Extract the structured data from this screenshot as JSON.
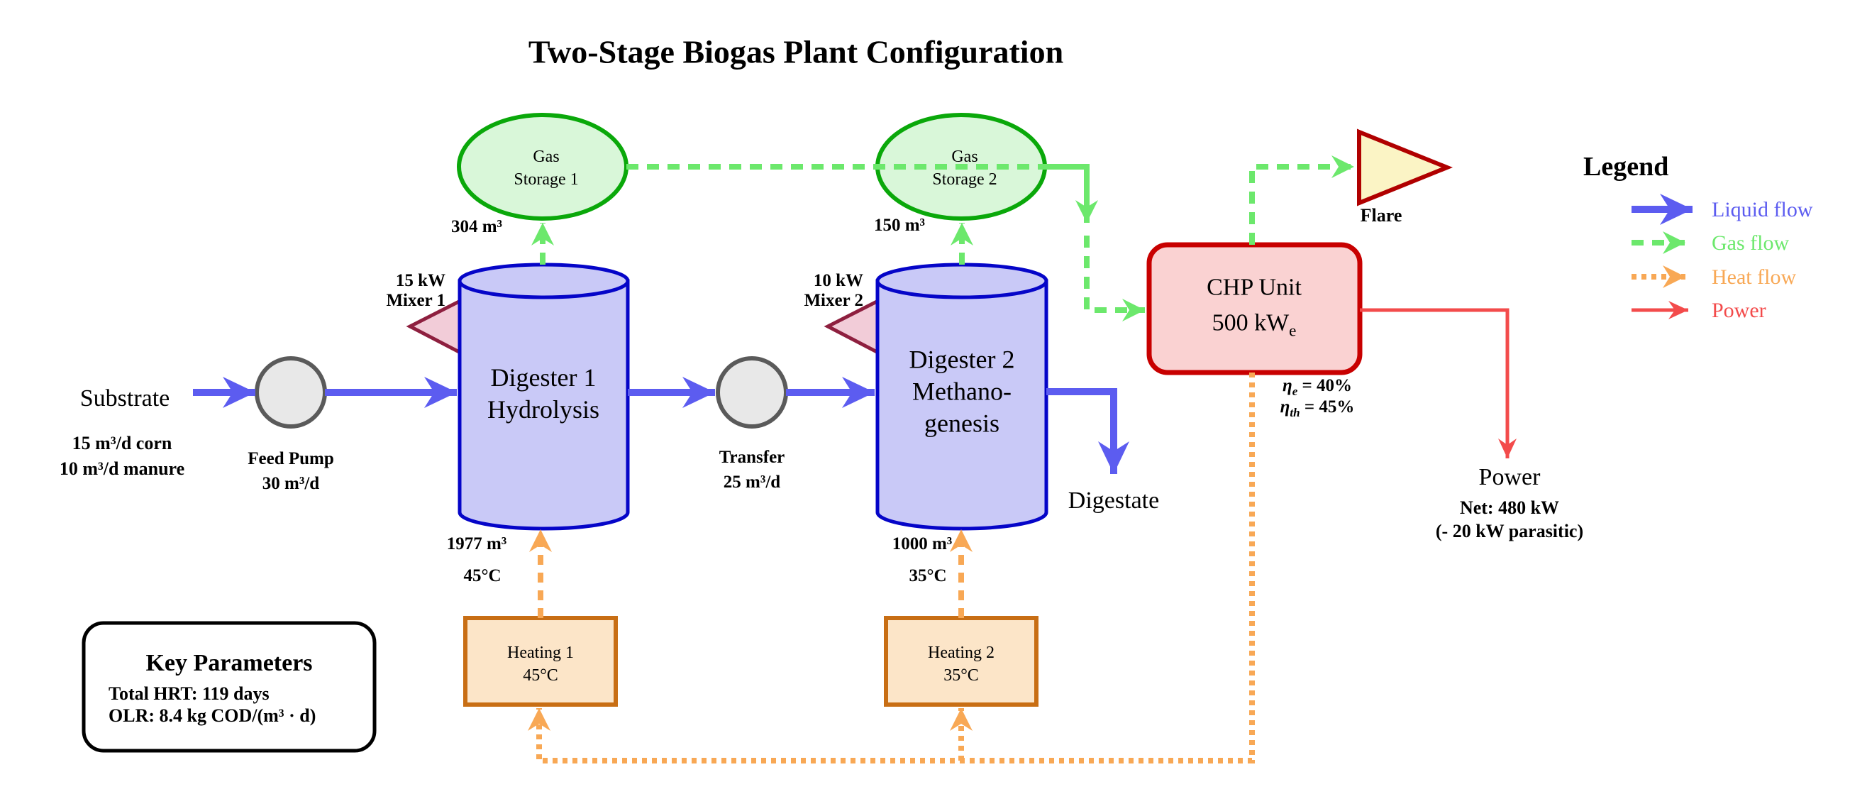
{
  "title": "Two-Stage Biogas Plant Configuration",
  "colors": {
    "liquid": "#5c5cf0",
    "gas": "#6ce86c",
    "heat": "#f8a855",
    "power": "#f34b4b",
    "digester_fill": "#c9c9f7",
    "digester_stroke": "#0505c8",
    "storage_fill": "#d9f7d9",
    "storage_stroke": "#0aa80a",
    "chp_fill": "#fad2d2",
    "chp_stroke": "#c80000",
    "heating_fill": "#fce5c8",
    "heating_stroke": "#c86e14",
    "mixer_fill": "#f2ccd8",
    "mixer_stroke": "#8e1f3f",
    "flare_fill": "#fbf4c5",
    "flare_stroke": "#b00000",
    "pump_fill": "#e8e8e8",
    "pump_stroke": "#5a5a5a"
  },
  "substrate": {
    "label": "Substrate",
    "feed1": "15 m³/d corn",
    "feed2": "10 m³/d manure"
  },
  "feed_pump": {
    "name": "Feed Pump",
    "rate": "30 m³/d"
  },
  "mixer1": {
    "power": "15 kW",
    "name": "Mixer 1"
  },
  "mixer2": {
    "power": "10 kW",
    "name": "Mixer 2"
  },
  "digester1": {
    "name": "Digester 1",
    "process": "Hydrolysis",
    "volume": "1977 m³",
    "temp": "45°C"
  },
  "digester2": {
    "name": "Digester 2",
    "process1": "Methano-",
    "process2": "genesis",
    "volume": "1000 m³",
    "temp": "35°C"
  },
  "gas_storage1": {
    "name1": "Gas",
    "name2": "Storage 1",
    "volume": "304 m³"
  },
  "gas_storage2": {
    "name1": "Gas",
    "name2": "Storage 2",
    "volume": "150 m³"
  },
  "transfer_pump": {
    "name": "Transfer",
    "rate": "25 m³/d"
  },
  "chp": {
    "name": "CHP Unit",
    "rating": "500 kW",
    "rating_sub": "e",
    "eta_e_sym": "η",
    "eta_e_sub": "e",
    "eta_e_val": " = 40%",
    "eta_th_sym": "η",
    "eta_th_sub": "th",
    "eta_th_val": " = 45%"
  },
  "flare": {
    "label": "Flare"
  },
  "digestate": {
    "label": "Digestate"
  },
  "power_out": {
    "label": "Power",
    "net": "Net: 480 kW",
    "parasitic": "(- 20 kW parasitic)"
  },
  "heating1": {
    "name": "Heating 1",
    "temp": "45°C"
  },
  "heating2": {
    "name": "Heating 2",
    "temp": "35°C"
  },
  "key_parameters": {
    "title": "Key Parameters",
    "hrt": "Total HRT: 119 days",
    "olr": "OLR: 8.4 kg COD/(m³ · d)"
  },
  "legend": {
    "title": "Legend",
    "items": [
      {
        "label": "Liquid flow",
        "color": "#5c5cf0",
        "style": "solid-thick"
      },
      {
        "label": "Gas flow",
        "color": "#6ce86c",
        "style": "dashed"
      },
      {
        "label": "Heat flow",
        "color": "#f8a855",
        "style": "dotted"
      },
      {
        "label": "Power",
        "color": "#f34b4b",
        "style": "solid-thin"
      }
    ]
  }
}
